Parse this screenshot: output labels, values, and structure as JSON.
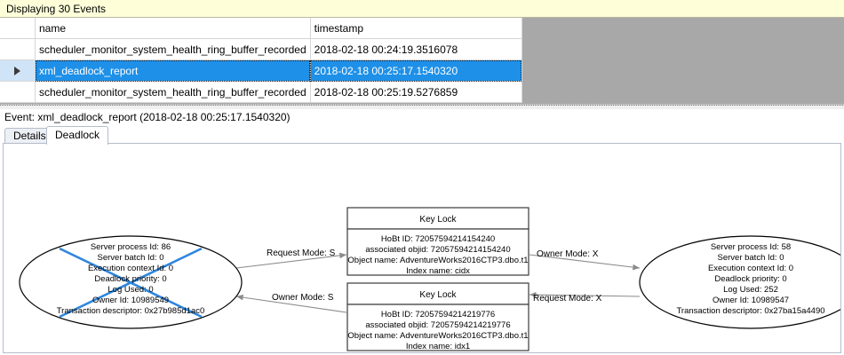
{
  "banner": {
    "text": "Displaying 30 Events"
  },
  "grid": {
    "columns": [
      "",
      "name",
      "timestamp"
    ],
    "rows": [
      {
        "selected": false,
        "marker": "",
        "name": "scheduler_monitor_system_health_ring_buffer_recorded",
        "timestamp": "2018-02-18 00:24:19.3516078"
      },
      {
        "selected": true,
        "marker": "row-selector-arrow",
        "name": "xml_deadlock_report",
        "timestamp": "2018-02-18 00:25:17.1540320"
      },
      {
        "selected": false,
        "marker": "",
        "name": "scheduler_monitor_system_health_ring_buffer_recorded",
        "timestamp": "2018-02-18 00:25:19.5276859"
      }
    ]
  },
  "event_header": {
    "text": "Event: xml_deadlock_report (2018-02-18 00:25:17.1540320)"
  },
  "tabs": [
    {
      "label": "Details",
      "active": false
    },
    {
      "label": "Deadlock",
      "active": true
    }
  ],
  "deadlock_graph": {
    "processes": [
      {
        "id": "process-left",
        "victim": true,
        "lines": [
          "Server process Id: 86",
          "Server batch Id: 0",
          "Execution context Id: 0",
          "Deadlock priority: 0",
          "Log Used: 0",
          "Owner Id: 10989549",
          "Transaction descriptor: 0x27b985d1ac0"
        ]
      },
      {
        "id": "process-right",
        "victim": false,
        "lines": [
          "Server process Id: 58",
          "Server batch Id: 0",
          "Execution context Id: 0",
          "Deadlock priority: 0",
          "Log Used: 252",
          "Owner Id: 10989547",
          "Transaction descriptor: 0x27ba15a4490"
        ]
      }
    ],
    "resources": [
      {
        "id": "key-lock-top",
        "title": "Key Lock",
        "lines": [
          "HoBt ID: 72057594214154240",
          "associated objid: 72057594214154240",
          "Object name: AdventureWorks2016CTP3.dbo.t1",
          "Index name: cidx"
        ]
      },
      {
        "id": "key-lock-bottom",
        "title": "Key Lock",
        "lines": [
          "HoBt ID: 72057594214219776",
          "associated objid: 72057594214219776",
          "Object name: AdventureWorks2016CTP3.dbo.t1",
          "Index name: idx1"
        ]
      }
    ],
    "edges": [
      {
        "id": "edge-request-s",
        "label": "Request Mode: S",
        "from": "process-left",
        "to": "key-lock-top"
      },
      {
        "id": "edge-owner-x",
        "label": "Owner Mode: X",
        "from": "key-lock-top",
        "to": "process-right"
      },
      {
        "id": "edge-owner-s",
        "label": "Owner Mode: S",
        "from": "key-lock-bottom",
        "to": "process-left"
      },
      {
        "id": "edge-request-x",
        "label": "Request Mode: X",
        "from": "process-right",
        "to": "key-lock-bottom"
      }
    ]
  },
  "colors": {
    "banner_background": "#feffd9",
    "selection_blue": "#1e90e8",
    "victim_cross": "#2e86dd",
    "grid_filler": "#a8a8a8"
  }
}
